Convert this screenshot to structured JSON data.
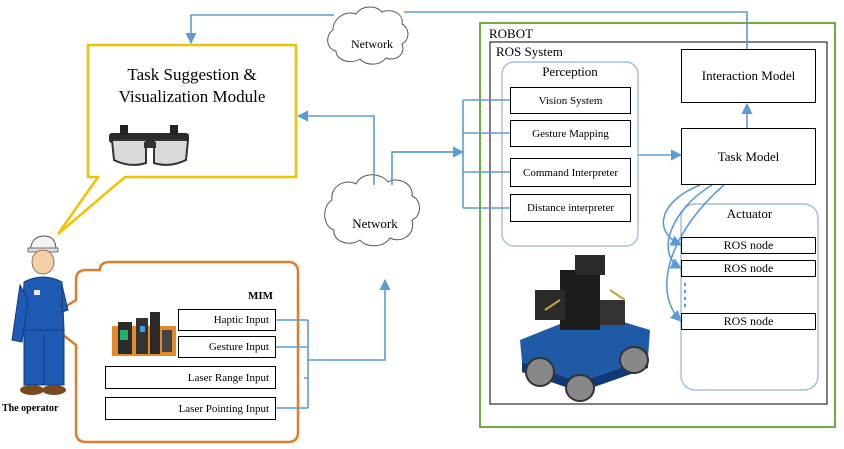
{
  "operator": {
    "label": "The operator"
  },
  "task_module": {
    "title_line1": "Task Suggestion &",
    "title_line2": "Visualization Module"
  },
  "network_top": {
    "label": "Network"
  },
  "network_mid": {
    "label": "Network"
  },
  "mim": {
    "title": "MIM",
    "inputs": [
      "Haptic Input",
      "Gesture Input",
      "Laser Range Input",
      "Laser Pointing Input"
    ]
  },
  "robot": {
    "title": "ROBOT",
    "ros_system": "ROS System",
    "perception": {
      "title": "Perception",
      "items": [
        "Vision System",
        "Gesture Mapping",
        "Command Interpreter",
        "Distance interpreter"
      ]
    },
    "interaction_model": "Interaction Model",
    "task_model": "Task Model",
    "actuator": {
      "title": "Actuator",
      "nodes": [
        "ROS node",
        "ROS node",
        "ROS node"
      ]
    }
  },
  "colors": {
    "arrow": "#5b9bd5",
    "robot_border": "#70ad47",
    "task_border": "#f2c200",
    "mim_border": "#e07b2a",
    "perception_border": "#8fb4de"
  }
}
